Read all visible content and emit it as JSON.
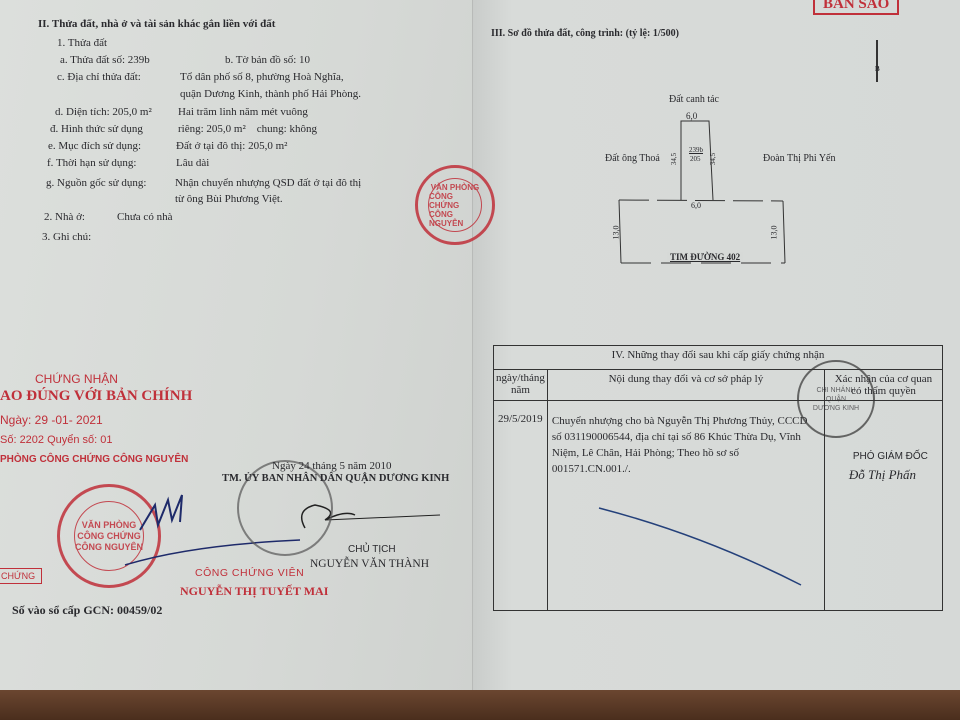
{
  "left_page": {
    "section_title": "II. Thửa đất, nhà ở và tài sản khác gắn liền với đất",
    "item1": "1. Thửa đất",
    "a": "a. Thửa đất số: 239b",
    "b": "b. Tờ bản đồ số: 10",
    "c_label": "c. Địa chỉ thửa đất:",
    "c_value1": "Tổ dân phố số 8, phường Hoà Nghĩa,",
    "c_value2": "quận Dương Kinh, thành phố Hải Phòng.",
    "d_label": "d. Diện tích: 205,0 m²",
    "d_value": "Hai trăm linh năm mét vuông",
    "dd_label": "đ. Hình thức sử dụng",
    "dd_value": "riêng: 205,0 m²    chung: không",
    "e_label": "e. Mục đích sử dụng:",
    "e_value": "Đất ở tại đô thị: 205,0  m²",
    "f_label": "f. Thời hạn sử dụng:",
    "f_value": "Lâu dài",
    "g_label": "g. Nguồn gốc sử dụng:",
    "g_value1": "Nhận chuyển nhượng QSD đất ở tại đô thị",
    "g_value2": "từ ông Bùi Phương Việt.",
    "item2_label": "2. Nhà ở:",
    "item2_value": "Chưa có nhà",
    "item3_label": "3. Ghi chú:",
    "cert_stamp": {
      "title": "CHỨNG NHẬN",
      "main": "AO ĐÚNG VỚI BẢN CHÍNH",
      "date": "Ngày: 29 -01- 2021",
      "number": "Số: 2202 Quyển số: 01",
      "office": "PHÒNG CÔNG CHỨNG CÔNG NGUYÊN",
      "box": "CHỨNG"
    },
    "notary_seal": [
      "VĂN PHÒNG",
      "CÔNG CHỨNG",
      "CÔNG NGUYÊN"
    ],
    "signing_date": "Ngày 24 tháng 5  năm 2010",
    "committee": "TM. ỦY BAN NHÂN DÂN QUẬN DƯƠNG KINH",
    "chairman_title": "CHỦ TỊCH",
    "chairman_name": "NGUYỄN VĂN THÀNH",
    "notary_title": "CÔNG CHỨNG VIÊN",
    "notary_name": "NGUYỄN THỊ TUYẾT MAI",
    "gcn_number": "Số vào sổ cấp GCN: 00459/02"
  },
  "right_page": {
    "copy_badge": "BẢN SAO",
    "section_title": "III. Sơ đồ thửa đất, công trình: (tỷ lệ: 1/500)",
    "north_label": "B",
    "diagram": {
      "top_neighbor": "Đất canh tác",
      "left_neighbor": "Đất ông Thoả",
      "right_neighbor": "Đoàn Thị Phi Yến",
      "top_width": "6,0",
      "mid_width": "6,0",
      "left_side": "34,5",
      "right_side": "34,5",
      "parcel_no": "239b",
      "parcel_area": "205",
      "base_left": "13,0",
      "base_right": "13,0",
      "road": "TIM ĐƯỜNG 402"
    },
    "changes_table": {
      "title": "IV. Những thay đổi sau khi cấp giấy chứng nhận",
      "headers": [
        "ngày/tháng năm",
        "Nội dung thay đổi và cơ sở pháp lý",
        "Xác nhận của cơ quan có thẩm quyền"
      ],
      "rows": [
        {
          "date": "29/5/2019",
          "content": "Chuyển nhượng cho bà Nguyễn Thị Phương Thủy, CCCD số 031190006544, địa chỉ tại số 86 Khúc Thừa Dụ, Vĩnh Niệm, Lê Chân, Hải Phòng; Theo hồ sơ số 001571.CN.001./.",
          "confirm_seal": [
            "CHI NHÁNH",
            "QUẬN",
            "DƯƠNG KINH"
          ],
          "confirm_title": "PHÓ GIÁM ĐỐC",
          "confirm_name": "Đỗ Thị Phấn"
        }
      ]
    }
  }
}
